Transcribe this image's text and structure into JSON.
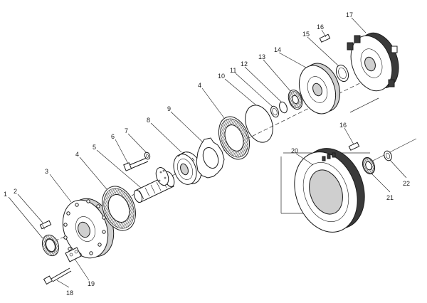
{
  "labels": {
    "l1": "1",
    "l2": "2",
    "l3": "3",
    "l4a": "4",
    "l4b": "4",
    "l5": "5",
    "l6": "6",
    "l7": "7",
    "l8": "8",
    "l9": "9",
    "l10": "10",
    "l11": "11",
    "l12": "12",
    "l13": "13",
    "l14": "14",
    "l15": "15",
    "l16a": "16",
    "l16b": "16",
    "l17": "17",
    "l18": "18",
    "l19": "19",
    "l20": "20",
    "l21": "21",
    "l22": "22"
  }
}
